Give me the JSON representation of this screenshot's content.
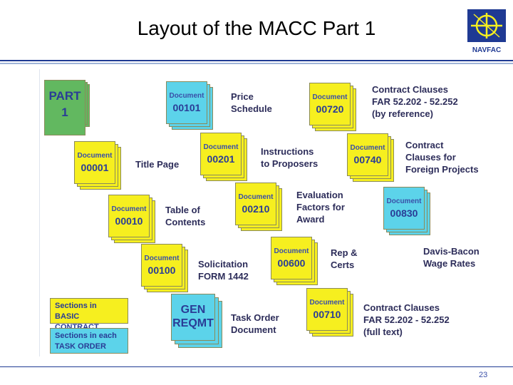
{
  "slide": {
    "title": "Layout of the MACC Part 1",
    "page_number": "23"
  },
  "logo": {
    "text": "NAVFAC"
  },
  "colors": {
    "yellow": "#f6ef1f",
    "blue": "#5cd3ea",
    "green": "#62b860",
    "label": "#2d2d5a",
    "rule_blue": "#1f3a93"
  },
  "part": {
    "line1": "PART",
    "line2": "1"
  },
  "documents": [
    {
      "id": "doc-00001",
      "label": "Document",
      "code": "00001",
      "desc": "Title Page",
      "color": "yellow"
    },
    {
      "id": "doc-00010",
      "label": "Document",
      "code": "00010",
      "desc": "Table of\nContents",
      "color": "yellow"
    },
    {
      "id": "doc-00100",
      "label": "Document",
      "code": "00100",
      "desc": "Solicitation\nFORM 1442",
      "color": "yellow"
    },
    {
      "id": "doc-00101",
      "label": "Document",
      "code": "00101",
      "desc": "Price\nSchedule",
      "color": "blue"
    },
    {
      "id": "doc-00201",
      "label": "Document",
      "code": "00201",
      "desc": "Instructions\nto Proposers",
      "color": "yellow"
    },
    {
      "id": "doc-00210",
      "label": "Document",
      "code": "00210",
      "desc": "Evaluation\nFactors for\nAward",
      "color": "yellow"
    },
    {
      "id": "doc-00600",
      "label": "Document",
      "code": "00600",
      "desc": "Rep &\nCerts",
      "color": "yellow"
    },
    {
      "id": "doc-00720",
      "label": "Document",
      "code": "00720",
      "desc": "Contract Clauses\nFAR 52.202 - 52.252\n(by reference)",
      "color": "yellow"
    },
    {
      "id": "doc-00740",
      "label": "Document",
      "code": "00740",
      "desc": "Contract\nClauses  for\nForeign Projects",
      "color": "yellow"
    },
    {
      "id": "doc-00830",
      "label": "Document",
      "code": "00830",
      "desc": "Davis-Bacon\nWage Rates",
      "color": "blue"
    },
    {
      "id": "doc-00710",
      "label": "Document",
      "code": "00710",
      "desc": "Contract Clauses\nFAR 52.202 - 52.252\n(full text)",
      "color": "yellow"
    }
  ],
  "gen": {
    "line1": "GEN",
    "line2": "REQMT",
    "desc": "Task Order\nDocument"
  },
  "legend": [
    {
      "text": "Sections in\nBASIC CONTRACT",
      "color": "yellow"
    },
    {
      "text": "Sections in each\nTASK ORDER",
      "color": "blue"
    }
  ]
}
